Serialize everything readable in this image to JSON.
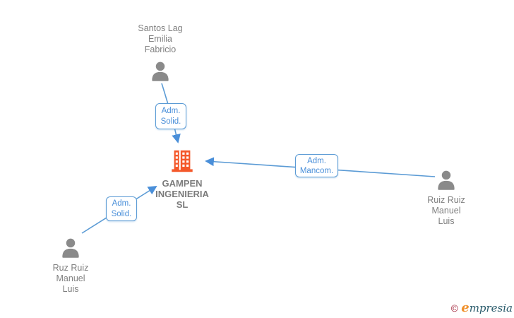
{
  "colors": {
    "edge_blue": "#5b9bd5",
    "edge_label_text_blue": "#4a8fd9",
    "person_icon_gray": "#8a8a8a",
    "name_text_gray": "#7f7f7f",
    "company_text_gray": "#7c7c7c",
    "building_orange": "#f4582a",
    "logo_copyright_red": "#9e1b32",
    "logo_e_orange": "#f0912d",
    "logo_text_teal": "#2a5b6b",
    "background": "#ffffff"
  },
  "diagram": {
    "company": {
      "name": "GAMPEN\nINGENIERIA\nSL"
    },
    "people": {
      "top": {
        "name": "Santos Lag\nEmilia\nFabricio"
      },
      "right": {
        "name": "Ruiz Ruiz\nManuel\nLuis"
      },
      "bottom_left": {
        "name": "Ruz Ruiz\nManuel\nLuis"
      }
    },
    "relationships": {
      "top_to_company": {
        "label": "Adm.\nSolid."
      },
      "right_to_company": {
        "label": "Adm.\nMancom."
      },
      "bottom_left_to_company": {
        "label": "Adm.\nSolid."
      }
    }
  },
  "branding": {
    "copyright_symbol": "©",
    "logo_initial": "e",
    "logo_rest": "mpresia"
  }
}
